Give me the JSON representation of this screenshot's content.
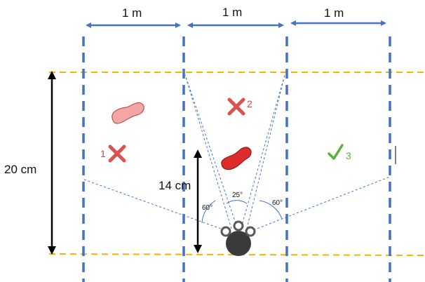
{
  "colors": {
    "lane_line": "#4472C4",
    "boundary_line": "#F4B400",
    "arrow": "#4472C4",
    "cross": "#D9534F",
    "cross_label": "#C0504D",
    "check": "#5CB040",
    "blob_light": "#F4A6A6",
    "blob_dark": "#E02B2B",
    "robot": "#3A3A3A"
  },
  "lanes": {
    "width_labels": [
      "1 m",
      "1 m",
      "1 m"
    ]
  },
  "dimensions": {
    "height_label": "20 cm",
    "sensor_range_label": "14 cm"
  },
  "angles": {
    "left": "60°",
    "center": "25°",
    "right": "60°"
  },
  "markers": [
    {
      "kind": "cross",
      "number": "1",
      "icon": "cross-icon"
    },
    {
      "kind": "cross",
      "number": "2",
      "icon": "cross-icon"
    },
    {
      "kind": "check",
      "number": "3",
      "icon": "check-icon"
    }
  ],
  "objects": [
    {
      "kind": "footprint-blob",
      "shade": "light"
    },
    {
      "kind": "footprint-blob",
      "shade": "dark"
    }
  ]
}
